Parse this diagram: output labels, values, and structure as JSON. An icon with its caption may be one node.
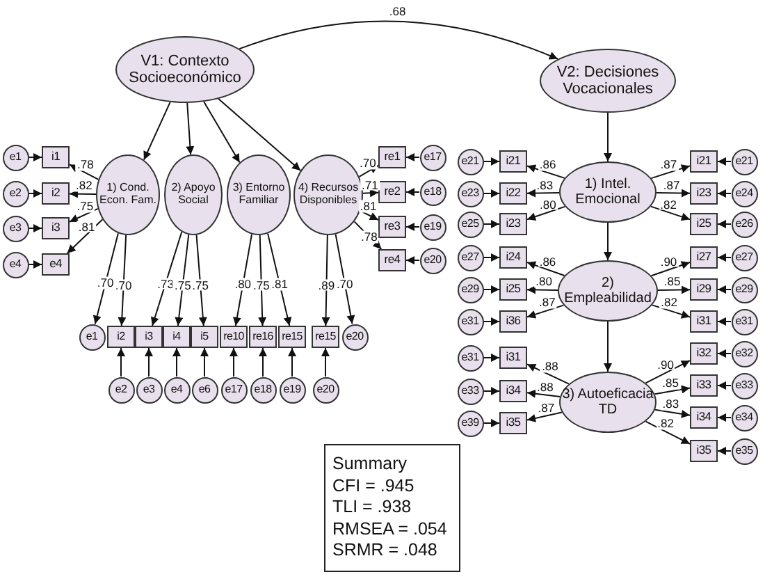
{
  "diagram": {
    "nodes": [
      {
        "text": [
          "V1: Contexto Socioeconómico"
        ]
      },
      {
        "text": [
          "V2: Decisiones Vocacionales"
        ]
      },
      {
        "text": [
          "1) Cond. Econ. Fam."
        ]
      },
      {
        "text": [
          "2) Apoyo Social"
        ]
      },
      {
        "text": [
          "3) Entorno Familiar"
        ]
      },
      {
        "text": [
          "4) Recursos Disponibles"
        ]
      },
      {
        "text": [
          "e1"
        ]
      },
      {
        "text": [
          "e2"
        ]
      },
      {
        "text": [
          "e3"
        ]
      },
      {
        "text": [
          "e4"
        ]
      },
      {
        "text": [
          "i1"
        ]
      },
      {
        "text": [
          "i2"
        ]
      },
      {
        "text": [
          "i3"
        ]
      },
      {
        "text": [
          "e4"
        ]
      },
      {
        "text": [
          "e1"
        ]
      },
      {
        "text": [
          "i2"
        ]
      },
      {
        "text": [
          "i3"
        ]
      },
      {
        "text": [
          "i4"
        ]
      },
      {
        "text": [
          "i5"
        ]
      },
      {
        "text": [
          "re10"
        ]
      },
      {
        "text": [
          "re16"
        ]
      },
      {
        "text": [
          "re15"
        ]
      },
      {
        "text": [
          "re15"
        ]
      },
      {
        "text": [
          "e20"
        ]
      },
      {
        "text": [
          "e2"
        ]
      },
      {
        "text": [
          "e3"
        ]
      },
      {
        "text": [
          "e4"
        ]
      },
      {
        "text": [
          "e6"
        ]
      },
      {
        "text": [
          "e17"
        ]
      },
      {
        "text": [
          "e18"
        ]
      },
      {
        "text": [
          "e19"
        ]
      },
      {
        "text": [
          "e20"
        ]
      },
      {
        "text": [
          "re1"
        ]
      },
      {
        "text": [
          "re2"
        ]
      },
      {
        "text": [
          "re3"
        ]
      },
      {
        "text": [
          "re4"
        ]
      },
      {
        "text": [
          "e17"
        ]
      },
      {
        "text": [
          "e18"
        ]
      },
      {
        "text": [
          "e19"
        ]
      },
      {
        "text": [
          "e20"
        ]
      },
      {
        "text": [
          "1) Intel. Emocional"
        ]
      },
      {
        "text": [
          "2) Empleabilidad"
        ]
      },
      {
        "text": [
          "3) Autoeficacia TD"
        ]
      },
      {
        "text": [
          "e21"
        ]
      },
      {
        "text": [
          "e23"
        ]
      },
      {
        "text": [
          "e25"
        ]
      },
      {
        "text": [
          "i21"
        ]
      },
      {
        "text": [
          "i22"
        ]
      },
      {
        "text": [
          "i23"
        ]
      },
      {
        "text": [
          "i21"
        ]
      },
      {
        "text": [
          "i23"
        ]
      },
      {
        "text": [
          "i25"
        ]
      },
      {
        "text": [
          "e21"
        ]
      },
      {
        "text": [
          "e24"
        ]
      },
      {
        "text": [
          "e26"
        ]
      },
      {
        "text": [
          "e27"
        ]
      },
      {
        "text": [
          "e29"
        ]
      },
      {
        "text": [
          "e31"
        ]
      },
      {
        "text": [
          "i24"
        ]
      },
      {
        "text": [
          "i25"
        ]
      },
      {
        "text": [
          "i36"
        ]
      },
      {
        "text": [
          "i27"
        ]
      },
      {
        "text": [
          "i29"
        ]
      },
      {
        "text": [
          "i31"
        ]
      },
      {
        "text": [
          "e27"
        ]
      },
      {
        "text": [
          "e29"
        ]
      },
      {
        "text": [
          "e31"
        ]
      },
      {
        "text": [
          "e31"
        ]
      },
      {
        "text": [
          "e33"
        ]
      },
      {
        "text": [
          "e39"
        ]
      },
      {
        "text": [
          "i31"
        ]
      },
      {
        "text": [
          "i34"
        ]
      },
      {
        "text": [
          "i35"
        ]
      },
      {
        "text": [
          "i32"
        ]
      },
      {
        "text": [
          "i33"
        ]
      },
      {
        "text": [
          "i34"
        ]
      },
      {
        "text": [
          "i35"
        ]
      },
      {
        "text": [
          "e32"
        ]
      },
      {
        "text": [
          "e33"
        ]
      },
      {
        "text": [
          "e34"
        ]
      },
      {
        "text": [
          "e35"
        ]
      },
      {
        "text": [
          "Summary",
          "CFI = .945",
          "TLI = .938",
          "RMSEA = .054",
          "SRMR = .048"
        ]
      }
    ],
    "edges": [
      {
        "from": 0,
        "to": 1,
        "arrow": "to",
        "label": ".68"
      },
      {
        "from": 0,
        "to": 2,
        "arrow": "to"
      },
      {
        "from": 0,
        "to": 3,
        "arrow": "to"
      },
      {
        "from": 0,
        "to": 4,
        "arrow": "to"
      },
      {
        "from": 0,
        "to": 5,
        "arrow": "to"
      },
      {
        "from": 2,
        "to": 10,
        "arrow": "to",
        "label": ".78"
      },
      {
        "from": 2,
        "to": 11,
        "arrow": "to",
        "label": ".82"
      },
      {
        "from": 2,
        "to": 12,
        "arrow": "to",
        "label": ".75"
      },
      {
        "from": 2,
        "to": 13,
        "arrow": "to",
        "label": ".81"
      },
      {
        "from": 6,
        "to": 10,
        "arrow": "to"
      },
      {
        "from": 7,
        "to": 11,
        "arrow": "to"
      },
      {
        "from": 8,
        "to": 12,
        "arrow": "to"
      },
      {
        "from": 9,
        "to": 13,
        "arrow": "to"
      },
      {
        "from": 2,
        "to": 14,
        "arrow": "to",
        "label": ".70"
      },
      {
        "from": 2,
        "to": 15,
        "arrow": "to",
        "label": ".70"
      },
      {
        "from": 3,
        "to": 16,
        "arrow": "to",
        "label": ".73"
      },
      {
        "from": 3,
        "to": 17,
        "arrow": "to",
        "label": ".75"
      },
      {
        "from": 3,
        "to": 18,
        "arrow": "to",
        "label": ".75"
      },
      {
        "from": 4,
        "to": 19,
        "arrow": "to",
        "label": ".80"
      },
      {
        "from": 4,
        "to": 20,
        "arrow": "to",
        "label": ".75"
      },
      {
        "from": 4,
        "to": 21,
        "arrow": "to",
        "label": ".81"
      },
      {
        "from": 5,
        "to": 22,
        "arrow": "to",
        "label": ".89"
      },
      {
        "from": 5,
        "to": 23,
        "arrow": "to",
        "label": ".70"
      },
      {
        "from": 24,
        "to": 15,
        "arrow": "to"
      },
      {
        "from": 25,
        "to": 16,
        "arrow": "to"
      },
      {
        "from": 26,
        "to": 17,
        "arrow": "to"
      },
      {
        "from": 27,
        "to": 18,
        "arrow": "to"
      },
      {
        "from": 28,
        "to": 19,
        "arrow": "to"
      },
      {
        "from": 29,
        "to": 20,
        "arrow": "to"
      },
      {
        "from": 30,
        "to": 21,
        "arrow": "to"
      },
      {
        "from": 31,
        "to": 22,
        "arrow": "to"
      },
      {
        "from": 5,
        "to": 32,
        "arrow": "to",
        "label": ".70"
      },
      {
        "from": 5,
        "to": 33,
        "arrow": "to",
        "label": ".71"
      },
      {
        "from": 5,
        "to": 34,
        "arrow": "to",
        "label": ".81"
      },
      {
        "from": 5,
        "to": 35,
        "arrow": "to",
        "label": ".78"
      },
      {
        "from": 36,
        "to": 32,
        "arrow": "to"
      },
      {
        "from": 37,
        "to": 33,
        "arrow": "to"
      },
      {
        "from": 38,
        "to": 34,
        "arrow": "to"
      },
      {
        "from": 39,
        "to": 35,
        "arrow": "to"
      },
      {
        "from": 1,
        "to": 40,
        "arrow": "to"
      },
      {
        "from": 40,
        "to": 41,
        "arrow": "to"
      },
      {
        "from": 41,
        "to": 42,
        "arrow": "to"
      },
      {
        "from": 40,
        "to": 46,
        "arrow": "to",
        "label": ".86"
      },
      {
        "from": 40,
        "to": 47,
        "arrow": "to",
        "label": ".83"
      },
      {
        "from": 40,
        "to": 48,
        "arrow": "to",
        "label": ".80"
      },
      {
        "from": 43,
        "to": 46,
        "arrow": "to"
      },
      {
        "from": 44,
        "to": 47,
        "arrow": "to"
      },
      {
        "from": 45,
        "to": 48,
        "arrow": "to"
      },
      {
        "from": 40,
        "to": 49,
        "arrow": "to",
        "label": ".87"
      },
      {
        "from": 40,
        "to": 50,
        "arrow": "to",
        "label": ".87"
      },
      {
        "from": 40,
        "to": 51,
        "arrow": "to",
        "label": ".82"
      },
      {
        "from": 52,
        "to": 49,
        "arrow": "to"
      },
      {
        "from": 53,
        "to": 50,
        "arrow": "to"
      },
      {
        "from": 54,
        "to": 51,
        "arrow": "to"
      },
      {
        "from": 41,
        "to": 58,
        "arrow": "to",
        "label": ".86"
      },
      {
        "from": 41,
        "to": 59,
        "arrow": "to",
        "label": ".80"
      },
      {
        "from": 41,
        "to": 60,
        "arrow": "to",
        "label": ".87"
      },
      {
        "from": 55,
        "to": 58,
        "arrow": "to"
      },
      {
        "from": 56,
        "to": 59,
        "arrow": "to"
      },
      {
        "from": 57,
        "to": 60,
        "arrow": "to"
      },
      {
        "from": 41,
        "to": 61,
        "arrow": "to",
        "label": ".90"
      },
      {
        "from": 41,
        "to": 62,
        "arrow": "to",
        "label": ".85"
      },
      {
        "from": 41,
        "to": 63,
        "arrow": "to",
        "label": ".82"
      },
      {
        "from": 64,
        "to": 61,
        "arrow": "to"
      },
      {
        "from": 65,
        "to": 62,
        "arrow": "to"
      },
      {
        "from": 66,
        "to": 63,
        "arrow": "to"
      },
      {
        "from": 42,
        "to": 70,
        "arrow": "to",
        "label": ".88"
      },
      {
        "from": 42,
        "to": 71,
        "arrow": "to",
        "label": ".88"
      },
      {
        "from": 42,
        "to": 72,
        "arrow": "to",
        "label": ".87"
      },
      {
        "from": 67,
        "to": 70,
        "arrow": "to"
      },
      {
        "from": 68,
        "to": 71,
        "arrow": "to"
      },
      {
        "from": 69,
        "to": 72,
        "arrow": "to"
      },
      {
        "from": 42,
        "to": 73,
        "arrow": "to",
        "label": ".90"
      },
      {
        "from": 42,
        "to": 74,
        "arrow": "to",
        "label": ".85"
      },
      {
        "from": 42,
        "to": 75,
        "arrow": "to",
        "label": ".83"
      },
      {
        "from": 42,
        "to": 76,
        "arrow": "to",
        "label": ".82"
      },
      {
        "from": 77,
        "to": 73,
        "arrow": "to"
      },
      {
        "from": 78,
        "to": 74,
        "arrow": "to"
      },
      {
        "from": 79,
        "to": 75,
        "arrow": "to"
      },
      {
        "from": 80,
        "to": 76,
        "arrow": "to"
      }
    ]
  }
}
